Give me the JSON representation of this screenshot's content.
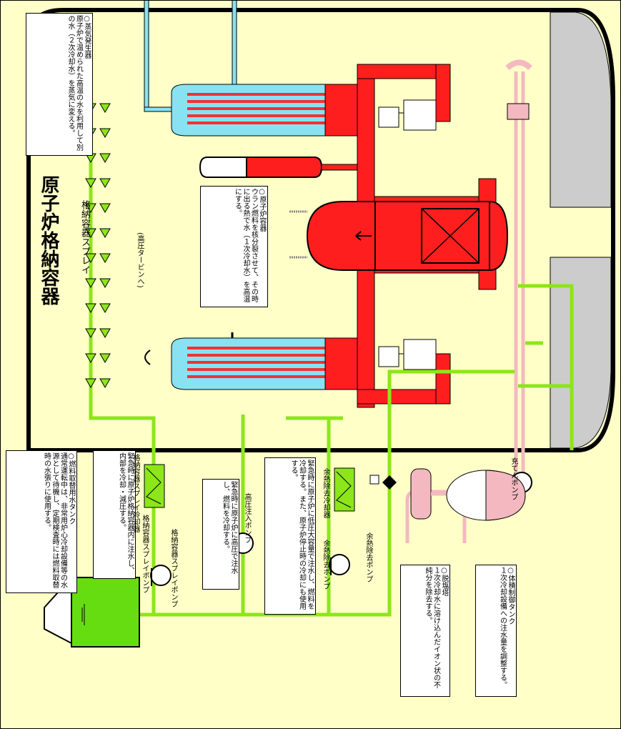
{
  "title": "原子炉格納容器",
  "labels": {
    "spray": "格納容器スプレイ",
    "hp_turbine": "(高圧タービンへ)",
    "spray_cooler": "格納容器スプレイ冷却器",
    "spray_pump": "格納容器スプレイポンプ",
    "hp_pump": "高圧注入ポンプ",
    "rhr_cooler": "余熱除去冷却器",
    "rhr_pump": "余熱除去ポンプ",
    "charging_pump": "充てんポンプ"
  },
  "notes": {
    "sg": "○蒸気発生器\n原子炉で温められた高温の水を利用して別の水（２次冷却水）を蒸気に変える。",
    "rv": "○原子炉容器\nウラン燃料を核分裂させて、その時に出る熱で水（１次冷却水）を高温にする。",
    "rwst": "○燃料取替用水タンク\n通常運転中は、非常用炉心冷却設備等の水源として待機し、定期検査時には燃料取替時の水張りに使用する。",
    "spray_sys": "緊急時に原子炉格納容器内に注水し、内部を冷却・減圧する。",
    "hp_sys": "緊急時に原子炉に高圧で注水し、燃料を冷却する。",
    "rhr_sys": "緊急時に原子炉に低圧大容量で注水し、燃料を冷却する。また、原子炉停止時の冷却にも使用する。",
    "demin": "○脱塩塔\n１次冷却水に溶け込んだイオン状の不純分を除去する。",
    "vct": "○体積制御タンク\n１次冷却設備への注水量を調整する。"
  },
  "colors": {
    "background": "#FFFFC8",
    "primary_loop": "#FF1E1E",
    "secondary_water": "#88E2F2",
    "safety_pipe": "#8CE619",
    "cvcs_pipe": "#F4B8C0",
    "wall_gray": "#CCCCCC",
    "rwst_fill": "#66DD11"
  }
}
